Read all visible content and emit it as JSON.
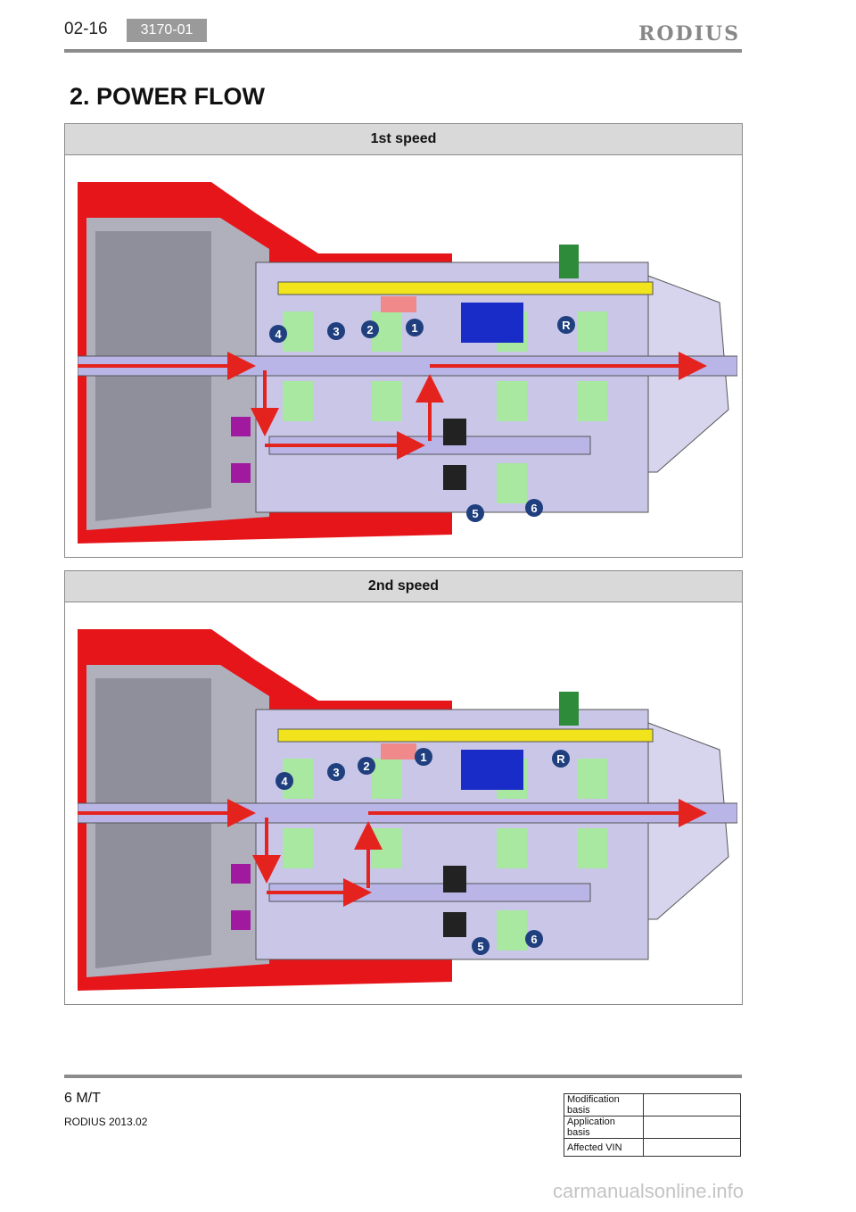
{
  "header": {
    "page_number": "02-16",
    "code": "3170-01",
    "brand": "RODIUS"
  },
  "section_title": "2. POWER FLOW",
  "panels": [
    {
      "title": "1st speed",
      "gear_labels": [
        "4",
        "3",
        "2",
        "1",
        "R",
        "5",
        "6"
      ]
    },
    {
      "title": "2nd speed",
      "gear_labels": [
        "4",
        "3",
        "2",
        "1",
        "R",
        "5",
        "6"
      ]
    }
  ],
  "footer": {
    "title": "6 M/T",
    "subtitle": "RODIUS 2013.02",
    "table": [
      {
        "label": "Modification basis",
        "value": ""
      },
      {
        "label": "Application basis",
        "value": ""
      },
      {
        "label": "Affected VIN",
        "value": ""
      }
    ]
  },
  "watermark": "carmanualsonline.info",
  "colors": {
    "housing": "#e5151a",
    "shaft": "#b9b5e6",
    "countershaft": "#f2e41c",
    "arrow": "#e5231e",
    "badge": "#1f3f7e",
    "header_bar": "#d9d9d9"
  }
}
